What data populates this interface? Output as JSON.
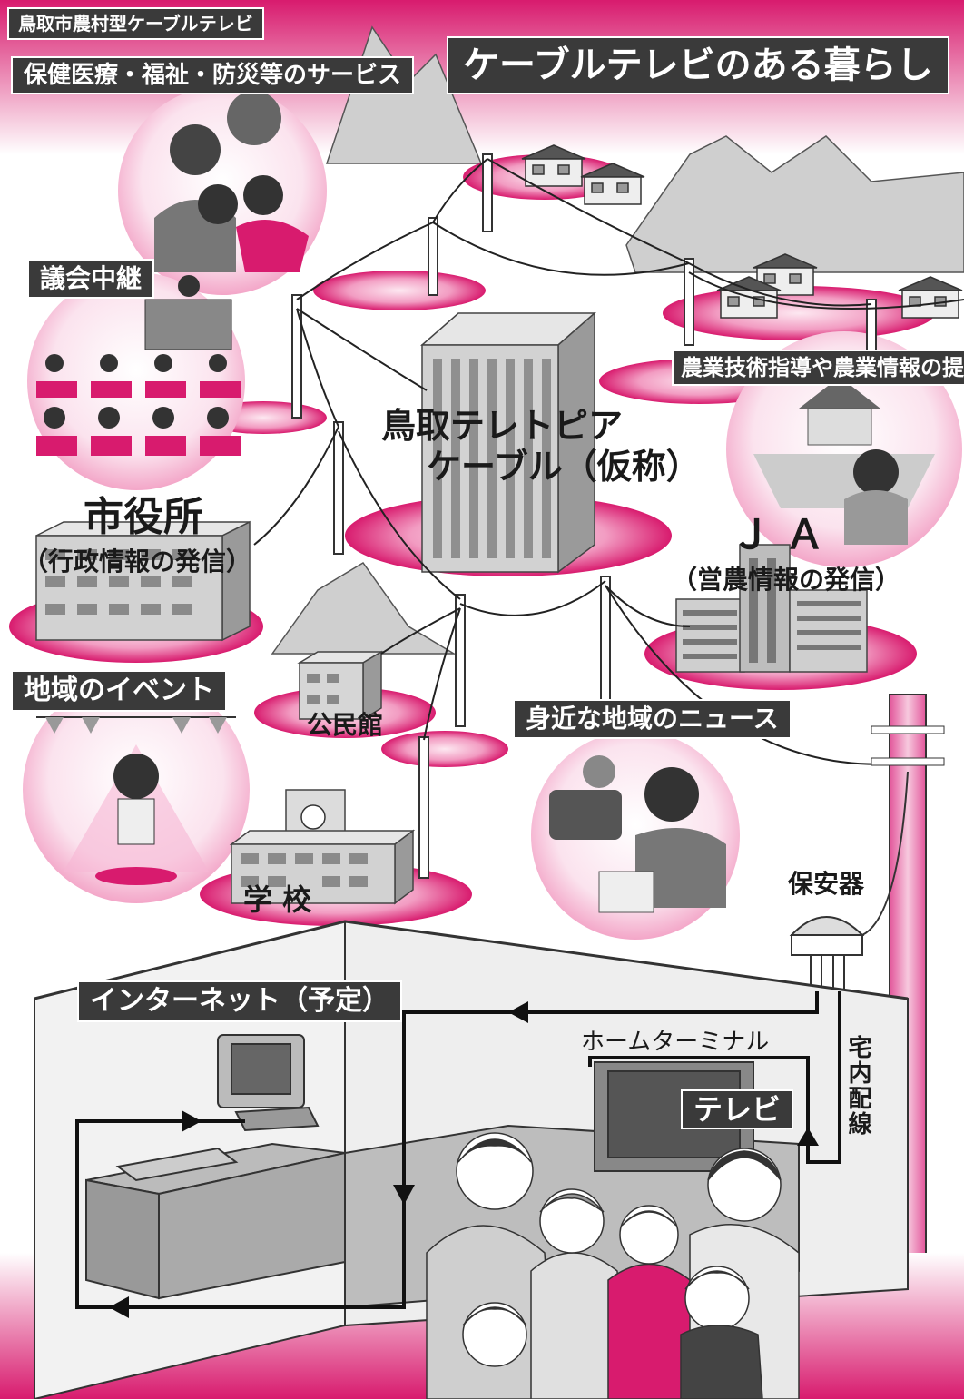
{
  "header": {
    "publisher": "鳥取市農村型ケーブルテレビ",
    "title": "ケーブルテレビのある暮らし"
  },
  "services": {
    "welfare": "保健医療・福祉・防災等のサービス",
    "assembly": "議会中継",
    "agri_guidance": "農業技術指導や農業情報の提供",
    "events": "地域のイベント",
    "local_news": "身近な地域のニュース",
    "internet": "インターネット（予定）"
  },
  "facilities": {
    "center_line1": "鳥取テレトピア",
    "center_line2": "ケーブル（仮称）",
    "city_hall": "市役所",
    "city_hall_note": "（行政情報の発信）",
    "ja": "Ｊ Ａ",
    "ja_note": "（営農情報の発信）",
    "community_hall": "公民館",
    "school": "学 校"
  },
  "home": {
    "protector": "保安器",
    "home_terminal": "ホームターミナル",
    "tv": "テレビ",
    "indoor_wiring": "宅内配線"
  },
  "colors": {
    "accent": "#d81b6e",
    "accent_light": "#f6c7dc",
    "label_bg": "#3a3a3a",
    "gray": "#bdbdbd"
  }
}
